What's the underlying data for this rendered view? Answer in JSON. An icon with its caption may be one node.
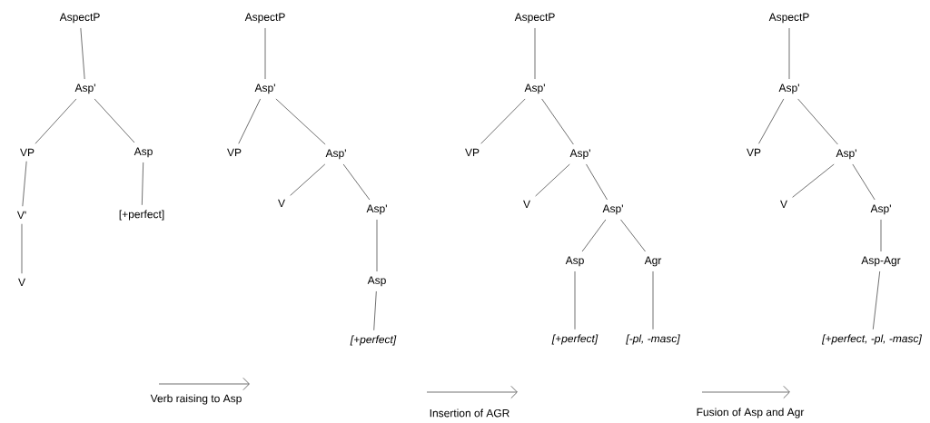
{
  "diagram": {
    "nodes": [
      {
        "text": [
          "AspectP"
        ]
      },
      {
        "text": [
          "Asp'"
        ]
      },
      {
        "text": [
          "VP"
        ]
      },
      {
        "text": [
          "Asp"
        ]
      },
      {
        "text": [
          "V'"
        ]
      },
      {
        "text": [
          "[+perfect]"
        ]
      },
      {
        "text": [
          "V"
        ]
      },
      {
        "text": [
          "AspectP"
        ]
      },
      {
        "text": [
          "Asp'"
        ]
      },
      {
        "text": [
          "VP"
        ]
      },
      {
        "text": [
          "Asp'"
        ]
      },
      {
        "text": [
          "V"
        ]
      },
      {
        "text": [
          "Asp'"
        ]
      },
      {
        "text": [
          "Asp"
        ]
      },
      {
        "text": [
          "[+perfect]"
        ]
      },
      {
        "text": [
          "AspectP"
        ]
      },
      {
        "text": [
          "Asp'"
        ]
      },
      {
        "text": [
          "VP"
        ]
      },
      {
        "text": [
          "Asp'"
        ]
      },
      {
        "text": [
          "V"
        ]
      },
      {
        "text": [
          "Asp'"
        ]
      },
      {
        "text": [
          "Asp"
        ]
      },
      {
        "text": [
          "Agr"
        ]
      },
      {
        "text": [
          "[+perfect]"
        ]
      },
      {
        "text": [
          "[-pl, -masc]"
        ]
      },
      {
        "text": [
          "AspectP"
        ]
      },
      {
        "text": [
          "Asp'"
        ]
      },
      {
        "text": [
          "VP"
        ]
      },
      {
        "text": [
          "Asp'"
        ]
      },
      {
        "text": [
          "V"
        ]
      },
      {
        "text": [
          "Asp'"
        ]
      },
      {
        "text": [
          "Asp-Agr"
        ]
      },
      {
        "text": [
          "[+perfect, -pl, -masc]"
        ]
      }
    ],
    "edges": [
      {
        "from": 0,
        "to": 1,
        "arrow": "none"
      },
      {
        "from": 1,
        "to": 2,
        "arrow": "none"
      },
      {
        "from": 1,
        "to": 3,
        "arrow": "none"
      },
      {
        "from": 2,
        "to": 4,
        "arrow": "none"
      },
      {
        "from": 3,
        "to": 5,
        "arrow": "none"
      },
      {
        "from": 4,
        "to": 6,
        "arrow": "none"
      },
      {
        "from": 7,
        "to": 8,
        "arrow": "none"
      },
      {
        "from": 8,
        "to": 9,
        "arrow": "none"
      },
      {
        "from": 8,
        "to": 10,
        "arrow": "none"
      },
      {
        "from": 10,
        "to": 11,
        "arrow": "none"
      },
      {
        "from": 10,
        "to": 12,
        "arrow": "none"
      },
      {
        "from": 12,
        "to": 13,
        "arrow": "none"
      },
      {
        "from": 13,
        "to": 14,
        "arrow": "none"
      },
      {
        "from": 15,
        "to": 16,
        "arrow": "none"
      },
      {
        "from": 16,
        "to": 17,
        "arrow": "none"
      },
      {
        "from": 16,
        "to": 18,
        "arrow": "none"
      },
      {
        "from": 18,
        "to": 19,
        "arrow": "none"
      },
      {
        "from": 18,
        "to": 20,
        "arrow": "none"
      },
      {
        "from": 20,
        "to": 21,
        "arrow": "none"
      },
      {
        "from": 20,
        "to": 22,
        "arrow": "none"
      },
      {
        "from": 21,
        "to": 23,
        "arrow": "none"
      },
      {
        "from": 22,
        "to": 24,
        "arrow": "none"
      },
      {
        "from": 25,
        "to": 26,
        "arrow": "none"
      },
      {
        "from": 26,
        "to": 27,
        "arrow": "none"
      },
      {
        "from": 26,
        "to": 28,
        "arrow": "none"
      },
      {
        "from": 28,
        "to": 29,
        "arrow": "none"
      },
      {
        "from": 28,
        "to": 30,
        "arrow": "none"
      },
      {
        "from": 30,
        "to": 31,
        "arrow": "none"
      },
      {
        "from": 31,
        "to": 32,
        "arrow": "none"
      }
    ],
    "labels": [
      "Verb raising to Asp",
      "Insertion of AGR",
      "Fusion of Asp and Agr"
    ]
  }
}
